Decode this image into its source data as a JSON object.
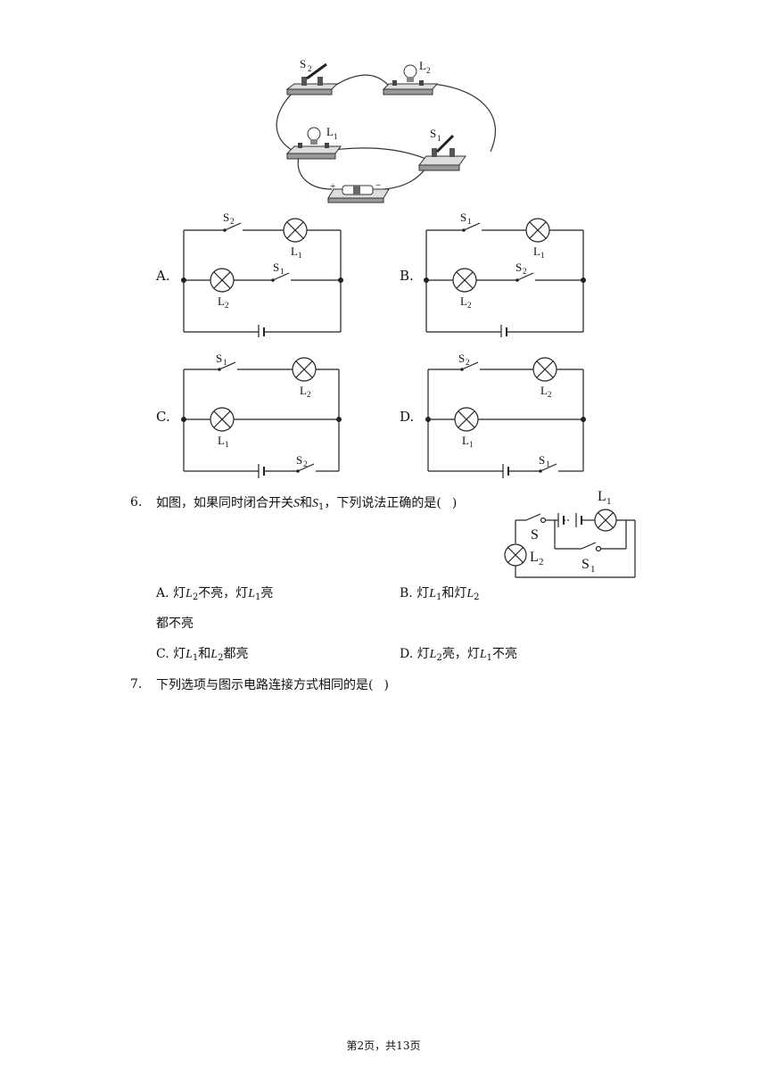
{
  "option_circuits": [
    {
      "letter": "A.",
      "top_switch": "S",
      "top_switch_sub": "2",
      "top_lamp": "L",
      "top_lamp_sub": "1",
      "mid_lamp": "L",
      "mid_lamp_sub": "2",
      "mid_switch": "S",
      "mid_switch_sub": "1"
    },
    {
      "letter": "B.",
      "top_switch": "S",
      "top_switch_sub": "1",
      "top_lamp": "L",
      "top_lamp_sub": "1",
      "mid_lamp": "L",
      "mid_lamp_sub": "2",
      "mid_switch": "S",
      "mid_switch_sub": "2"
    },
    {
      "letter": "C.",
      "top_switch": "S",
      "top_switch_sub": "1",
      "top_lamp": "L",
      "top_lamp_sub": "2",
      "mid_lamp": "L",
      "mid_lamp_sub": "1",
      "bottom_switch": "S",
      "bottom_switch_sub": "2"
    },
    {
      "letter": "D.",
      "top_switch": "S",
      "top_switch_sub": "2",
      "top_lamp": "L",
      "top_lamp_sub": "2",
      "mid_lamp": "L",
      "mid_lamp_sub": "1",
      "bottom_switch": "S",
      "bottom_switch_sub": "1"
    }
  ],
  "kit_labels": {
    "s2": "S",
    "s2_sub": "2",
    "l2": "L",
    "l2_sub": "2",
    "l1": "L",
    "l1_sub": "1",
    "s1": "S",
    "s1_sub": "1",
    "plus": "+",
    "minus": "−"
  },
  "q6": {
    "number": "6.",
    "stem_a": "如图，如果同时闭合开关",
    "var_s": "S",
    "stem_b": "和",
    "var_s1": "S",
    "var_s1_sub": "1",
    "stem_c": "，下列说法正确的是(",
    "stem_d": ")",
    "figure": {
      "l1": "L",
      "l1_sub": "1",
      "s": "S",
      "l2": "L",
      "l2_sub": "2",
      "s1": "S",
      "s1_sub": "1"
    },
    "options": {
      "a_letter": "A.",
      "a_1": "灯",
      "a_v1": "L",
      "a_v1_sub": "2",
      "a_2": "不亮，灯",
      "a_v2": "L",
      "a_v2_sub": "1",
      "a_3": "亮",
      "b_letter": "B.",
      "b_1": "灯",
      "b_v1": "L",
      "b_v1_sub": "1",
      "b_2": "和灯",
      "b_v2": "L",
      "b_v2_sub": "2",
      "b_wrap": "都不亮",
      "c_letter": "C.",
      "c_1": "灯",
      "c_v1": "L",
      "c_v1_sub": "1",
      "c_2": "和",
      "c_v2": "L",
      "c_v2_sub": "2",
      "c_3": "都亮",
      "d_letter": "D.",
      "d_1": "灯",
      "d_v1": "L",
      "d_v1_sub": "2",
      "d_2": "亮，灯",
      "d_v2": "L",
      "d_v2_sub": "1",
      "d_3": "不亮"
    }
  },
  "q7": {
    "number": "7.",
    "stem_a": "下列选项与图示电路连接方式相同的是(",
    "stem_b": ")"
  },
  "footer": {
    "text": "第2页，共13页"
  }
}
